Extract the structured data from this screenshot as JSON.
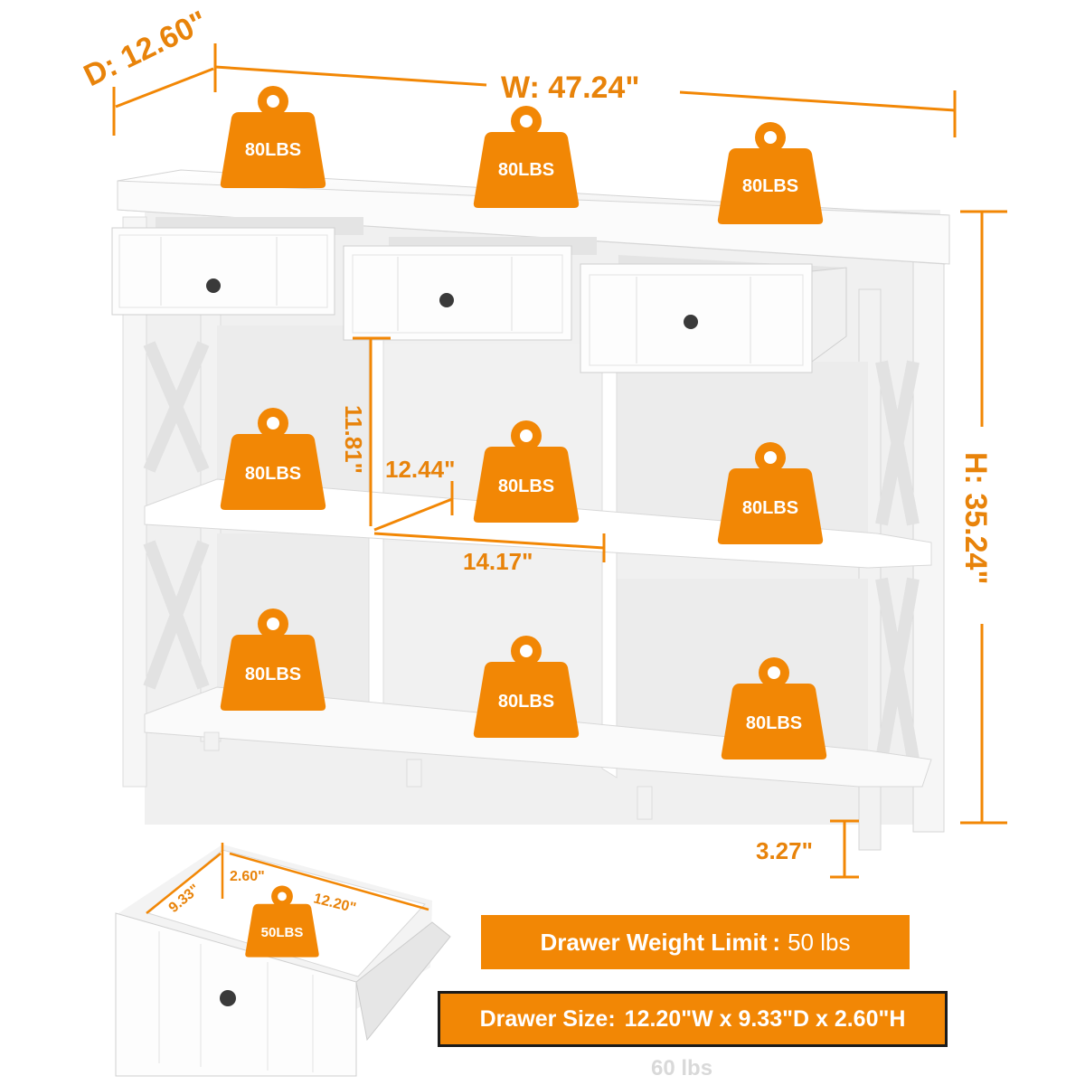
{
  "dimensions": {
    "depth": "D: 12.60\"",
    "width": "W: 47.24\"",
    "height": "H: 35.24\"",
    "cube_height": "11.81\"",
    "cube_depth": "12.44\"",
    "cube_width": "14.17\"",
    "leg_clearance": "3.27\""
  },
  "weights": {
    "top_left": "80LBS",
    "top_center": "80LBS",
    "top_right": "80LBS",
    "mid_left": "80LBS",
    "mid_center": "80LBS",
    "mid_right": "80LBS",
    "bottom_left": "80LBS",
    "bottom_center": "80LBS",
    "bottom_right": "80LBS",
    "drawer": "50LBS"
  },
  "drawer_dimensions": {
    "height": "2.60\"",
    "depth": "9.33\"",
    "width": "12.20\""
  },
  "banners": {
    "weight_limit_label": "Drawer Weight Limit",
    "weight_limit_value": "50 lbs",
    "size_label": "Drawer Size:",
    "size_value": "12.20\"W x 9.33\"D x 2.60\"H"
  },
  "faint_text": "60 lbs",
  "colors": {
    "accent": "#f28705",
    "dimension_text": "#e8830a",
    "furniture": "#f4f4f4"
  },
  "icons": [
    "weight-icon",
    "drawer-knob-icon"
  ]
}
